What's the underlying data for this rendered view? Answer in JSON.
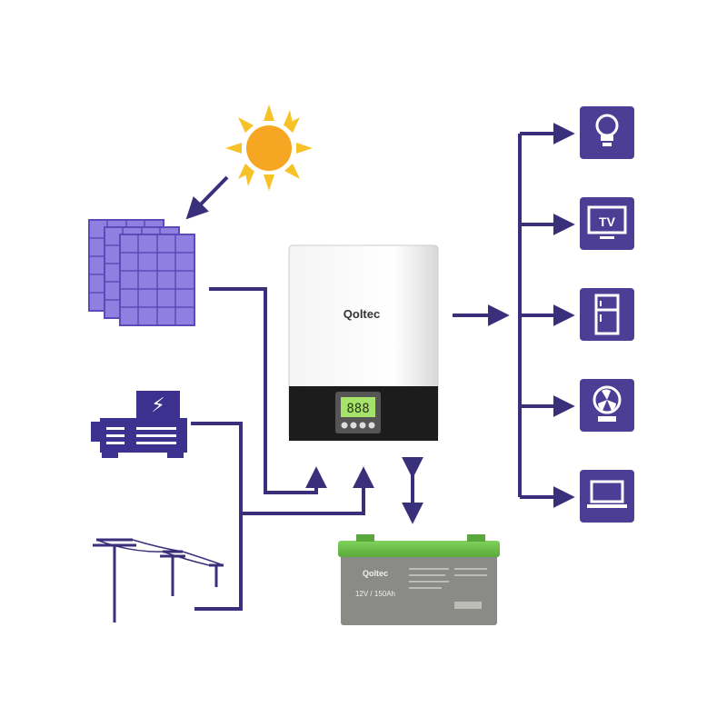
{
  "inverter": {
    "brand": "Qoltec",
    "display_value": "888"
  },
  "battery": {
    "brand": "Qoltec",
    "rating": "12V / 150Ah"
  },
  "generator": {
    "symbol": "⚡"
  },
  "appliances": [
    {
      "icon": "light-bulb-icon"
    },
    {
      "icon": "tv-icon",
      "label": "TV"
    },
    {
      "icon": "refrigerator-icon"
    },
    {
      "icon": "fan-icon"
    },
    {
      "icon": "laptop-icon"
    }
  ],
  "colors": {
    "line": "#3a2f7a",
    "panel": "#8f7fe0",
    "panel_grid": "#5a4bb8",
    "icon_bg": "#4b3e94",
    "generator": "#3d3190",
    "sun": "#f6a623",
    "sun_ray": "#f7c228",
    "battery_body": "#8a8a86",
    "battery_lid": "#6bc24a"
  }
}
